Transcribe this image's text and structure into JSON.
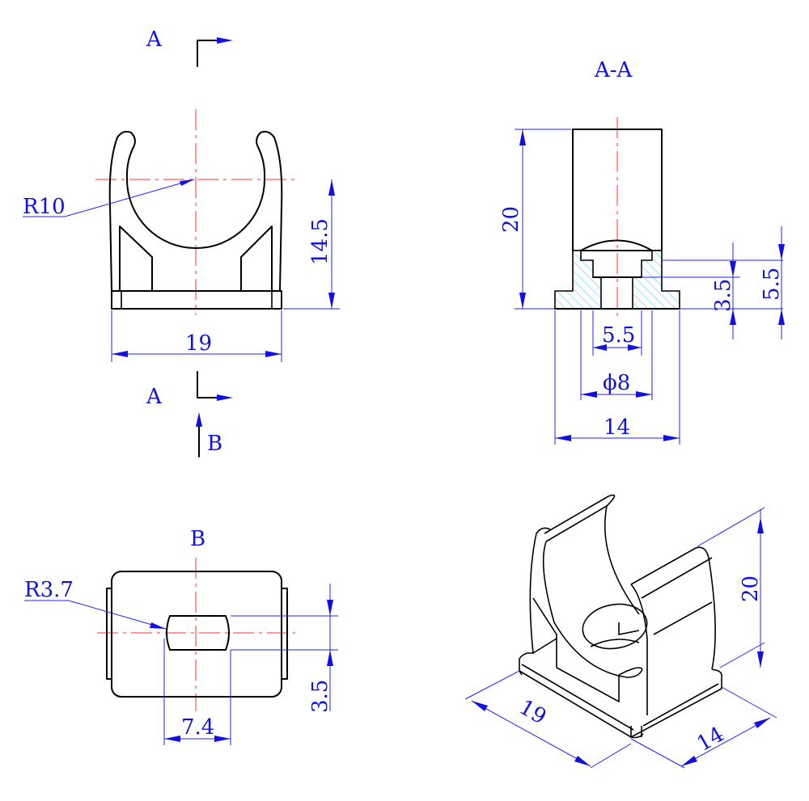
{
  "front_view": {
    "section_label_top": "A",
    "section_label_bottom": "A",
    "view_arrow_label": "B",
    "radius_label": "R10",
    "height_label": "14.5",
    "width_label": "19"
  },
  "section_view": {
    "title": "A-A",
    "height_label": "20",
    "step_label": "3.5",
    "total_step_label": "5.5",
    "hole_label": "5.5",
    "diameter_label": "ϕ8",
    "base_width_label": "14"
  },
  "bottom_view": {
    "title": "B",
    "radius_label": "R3.7",
    "slot_length_label": "7.4",
    "slot_width_label": "3.5"
  },
  "iso_view": {
    "width_label": "19",
    "depth_label": "14",
    "height_label": "20"
  },
  "colors": {
    "dimension": "#1010e0",
    "centerline": "#ff3030",
    "hatch": "#30d0f0"
  }
}
